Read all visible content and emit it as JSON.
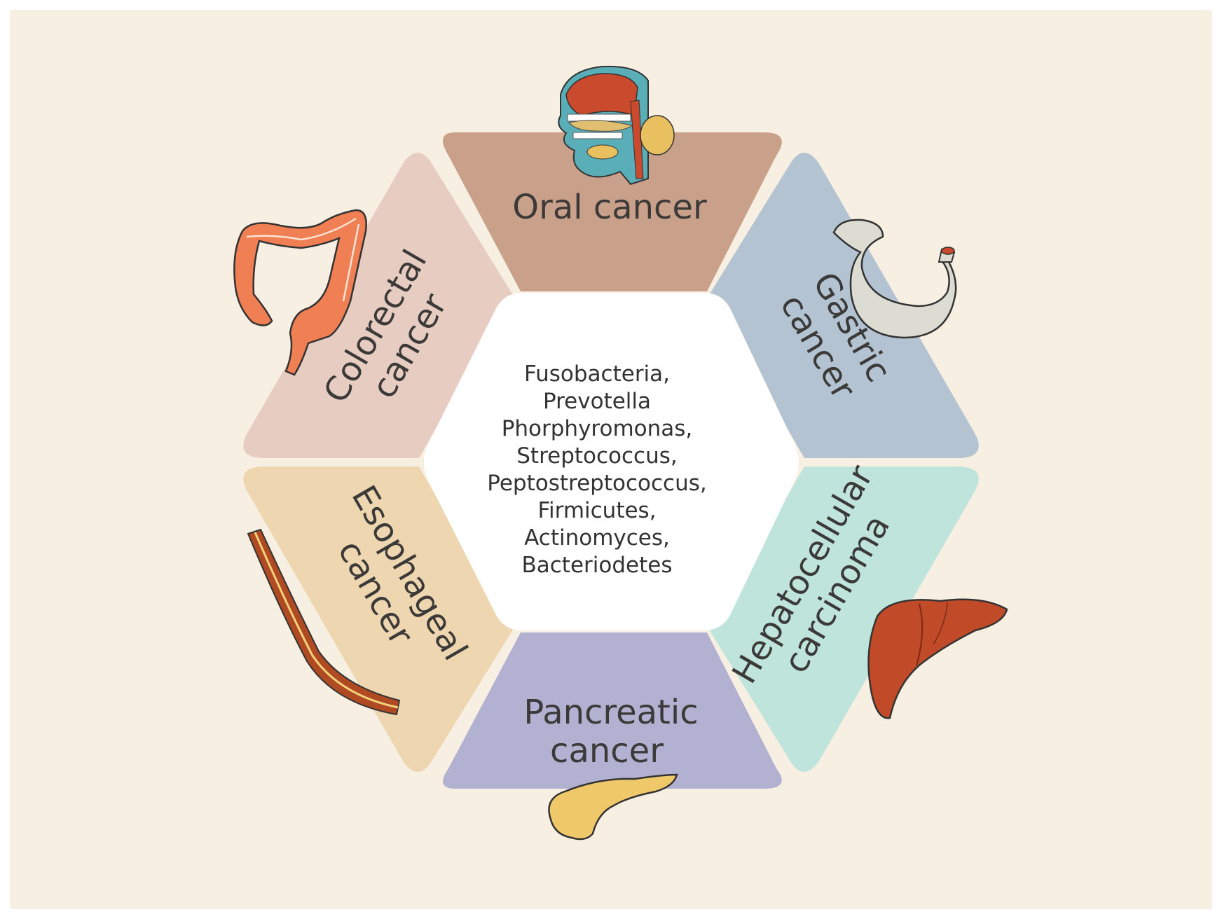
{
  "background_color": "#f6efe2",
  "center": {
    "fill": "#ffffff",
    "lines": [
      "Fusobacteria,",
      "Prevotella",
      "Phorphyromonas,",
      "Streptococcus,",
      "Peptostreptococcus,",
      "Firmicutes,",
      "Actinomyces,",
      "Bacteriodetes"
    ]
  },
  "segments": [
    {
      "id": "oral",
      "lines": [
        "Oral cancer"
      ],
      "color": "#c9a089",
      "icon": "mouth-throat-icon"
    },
    {
      "id": "gastric",
      "lines": [
        "Gastric",
        "cancer"
      ],
      "color": "#b3c3d1",
      "icon": "stomach-icon"
    },
    {
      "id": "hepato",
      "lines": [
        "Hepatocellular",
        "carcinoma"
      ],
      "color": "#bfe4dc",
      "icon": "liver-icon"
    },
    {
      "id": "pancreatic",
      "lines": [
        "Pancreatic",
        "cancer"
      ],
      "color": "#b3b1d2",
      "icon": "pancreas-icon"
    },
    {
      "id": "esophageal",
      "lines": [
        "Esophageal",
        "cancer"
      ],
      "color": "#eed6b0",
      "icon": "esophagus-icon"
    },
    {
      "id": "colorectal",
      "lines": [
        "Colorectal",
        "cancer"
      ],
      "color": "#e7cdc1",
      "icon": "colon-icon"
    }
  ]
}
